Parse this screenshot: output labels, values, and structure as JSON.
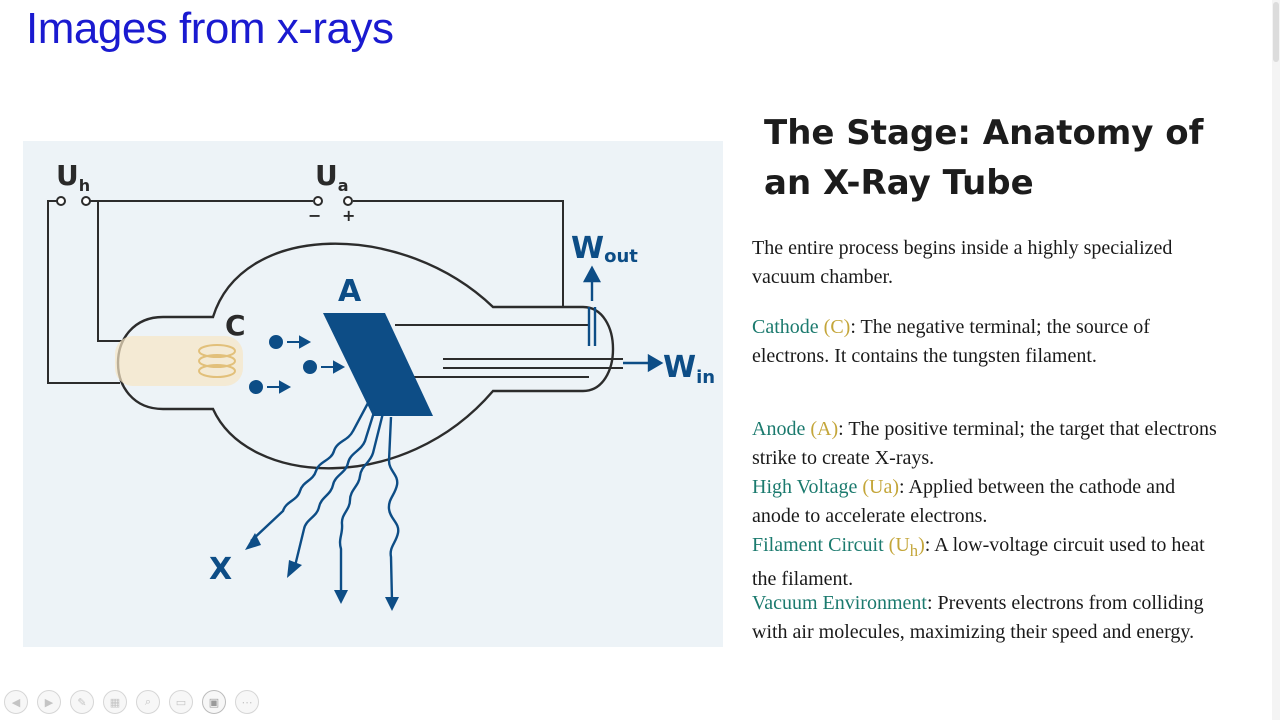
{
  "slide": {
    "title": "Images from x-rays"
  },
  "diagram": {
    "labels": {
      "uh": "U",
      "uh_sub": "h",
      "ua": "U",
      "ua_sub": "a",
      "minus": "−",
      "plus": "+",
      "wout": "W",
      "wout_sub": "out",
      "win": "W",
      "win_sub": "in",
      "cathode": "C",
      "anode": "A",
      "xray": "X"
    },
    "colors": {
      "panel": "#edf3f7",
      "tube_outline": "#2c2c2c",
      "accent": "#0d4d86",
      "filament_glow": "#f6e6c4"
    }
  },
  "content": {
    "heading": "The Stage: Anatomy of an X-Ray Tube",
    "intro": "The entire process begins inside a highly specialized vacuum chamber.",
    "items": [
      {
        "term": "Cathode",
        "symbol_pre": " (",
        "symbol": "C",
        "symbol_sub": "",
        "symbol_post": ")",
        "sep": ": ",
        "desc": "The negative terminal; the source of electrons. It contains the tungsten filament."
      },
      {
        "term": "Anode",
        "symbol_pre": " (",
        "symbol": "A",
        "symbol_sub": "",
        "symbol_post": ")",
        "sep": ": ",
        "desc": "The positive terminal; the target that electrons strike to create X-rays."
      },
      {
        "term": "High Voltage",
        "symbol_pre": " (",
        "symbol": "Ua",
        "symbol_sub": "",
        "symbol_post": ")",
        "sep": ": ",
        "desc": "Applied between the cathode and anode to accelerate electrons."
      },
      {
        "term": "Filament Circuit",
        "symbol_pre": " (",
        "symbol": "U",
        "symbol_sub": "h",
        "symbol_post": ")",
        "sep": ": ",
        "desc": "A low-voltage circuit used to heat the filament."
      },
      {
        "term": "Vacuum Environment",
        "symbol_pre": "",
        "symbol": "",
        "symbol_sub": "",
        "symbol_post": "",
        "sep": ": ",
        "desc": "Prevents electrons from colliding with air molecules, maximizing their speed and energy."
      }
    ]
  },
  "controls": {
    "buttons": [
      {
        "icon": "previous-slide-icon",
        "glyph": "◀"
      },
      {
        "icon": "next-slide-icon",
        "glyph": "▶"
      },
      {
        "icon": "pen-icon",
        "glyph": "✎"
      },
      {
        "icon": "slides-grid-icon",
        "glyph": "▦"
      },
      {
        "icon": "zoom-icon",
        "glyph": "⌕"
      },
      {
        "icon": "subtitles-icon",
        "glyph": "▭"
      },
      {
        "icon": "camera-icon",
        "glyph": "▣"
      },
      {
        "icon": "more-options-icon",
        "glyph": "⋯"
      }
    ]
  }
}
